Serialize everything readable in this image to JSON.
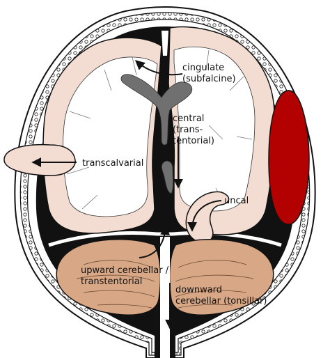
{
  "labels": {
    "cingulate": [
      "cingulate",
      "(subfalcine)"
    ],
    "central": [
      "central",
      "(trans-",
      "tentorial)"
    ],
    "transcalvarial": [
      "transcalvarial"
    ],
    "uncal": [
      "uncal"
    ],
    "upward": [
      "upward cerebellar /",
      "transtentorial"
    ],
    "downward": [
      "downward",
      "cerebellar (tonsillar)"
    ]
  },
  "colors": {
    "skull": "#ffffff",
    "dura": "#111111",
    "cortex": "#f3ddd2",
    "white_matter": "#ffffff",
    "ventricle": "#707070",
    "cerebellum": "#d8a785",
    "hematoma": "#b30000",
    "arrow": "#111111"
  }
}
